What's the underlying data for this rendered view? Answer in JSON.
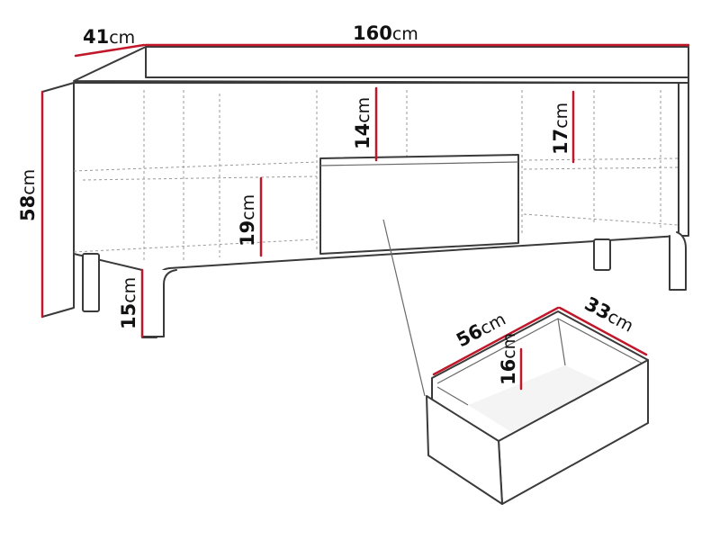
{
  "dimensions": {
    "depth": {
      "value": "41",
      "unit": "cm"
    },
    "width": {
      "value": "160",
      "unit": "cm"
    },
    "height": {
      "value": "58",
      "unit": "cm"
    },
    "center_top": {
      "value": "14",
      "unit": "cm"
    },
    "right_top": {
      "value": "17",
      "unit": "cm"
    },
    "left_lower": {
      "value": "19",
      "unit": "cm"
    },
    "leg": {
      "value": "15",
      "unit": "cm"
    },
    "drawer_length": {
      "value": "56",
      "unit": "cm"
    },
    "drawer_width": {
      "value": "33",
      "unit": "cm"
    },
    "drawer_height": {
      "value": "16",
      "unit": "cm"
    }
  },
  "colors": {
    "dimension_line": "#c0182a",
    "outline": "#3a3a3a",
    "hidden_line": "#9a9a9a"
  }
}
